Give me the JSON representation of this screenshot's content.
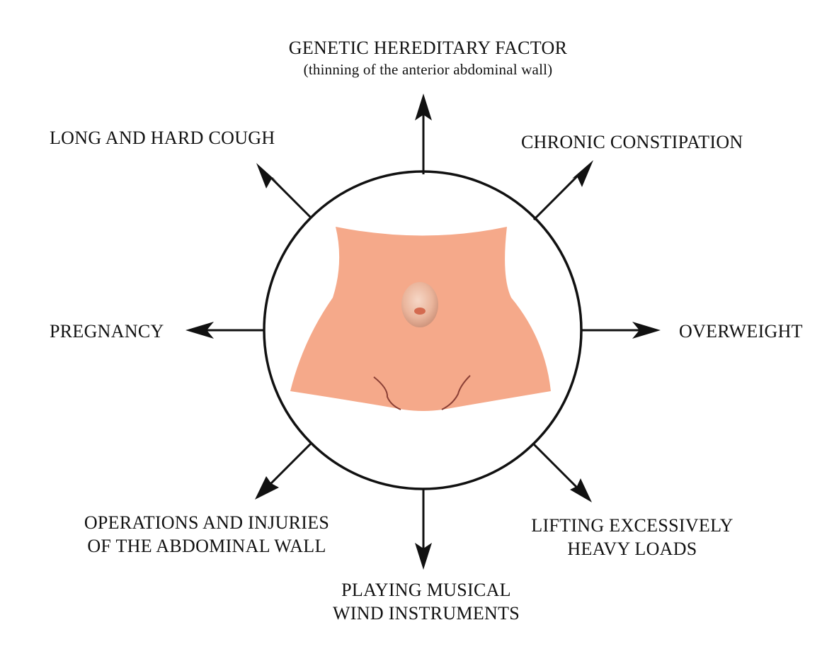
{
  "colors": {
    "background": "#ffffff",
    "ink": "#111111",
    "skin": "#f5a98a",
    "skin_shadow": "#e2977a",
    "navel_light": "#f3cbb6",
    "navel_dark": "#c98e76",
    "navel_hole": "#d46a4f",
    "crease": "#8a3f35"
  },
  "icons": {
    "center": "abdomen-illustration-icon",
    "arrows": "arrow-icon"
  },
  "factors": {
    "top": {
      "title": "GENETIC HEREDITARY FACTOR",
      "subtitle": "(thinning of the anterior abdominal wall)"
    },
    "top_left": "LONG AND HARD COUGH",
    "top_right": "CHRONIC CONSTIPATION",
    "left": "PREGNANCY",
    "right": "OVERWEIGHT",
    "bottom_left": {
      "line1": "OPERATIONS AND INJURIES",
      "line2": "OF THE ABDOMINAL WALL"
    },
    "bottom": {
      "line1": "PLAYING MUSICAL",
      "line2": "WIND INSTRUMENTS"
    },
    "bottom_right": {
      "line1": "LIFTING EXCESSIVELY",
      "line2": "HEAVY LOADS"
    }
  }
}
